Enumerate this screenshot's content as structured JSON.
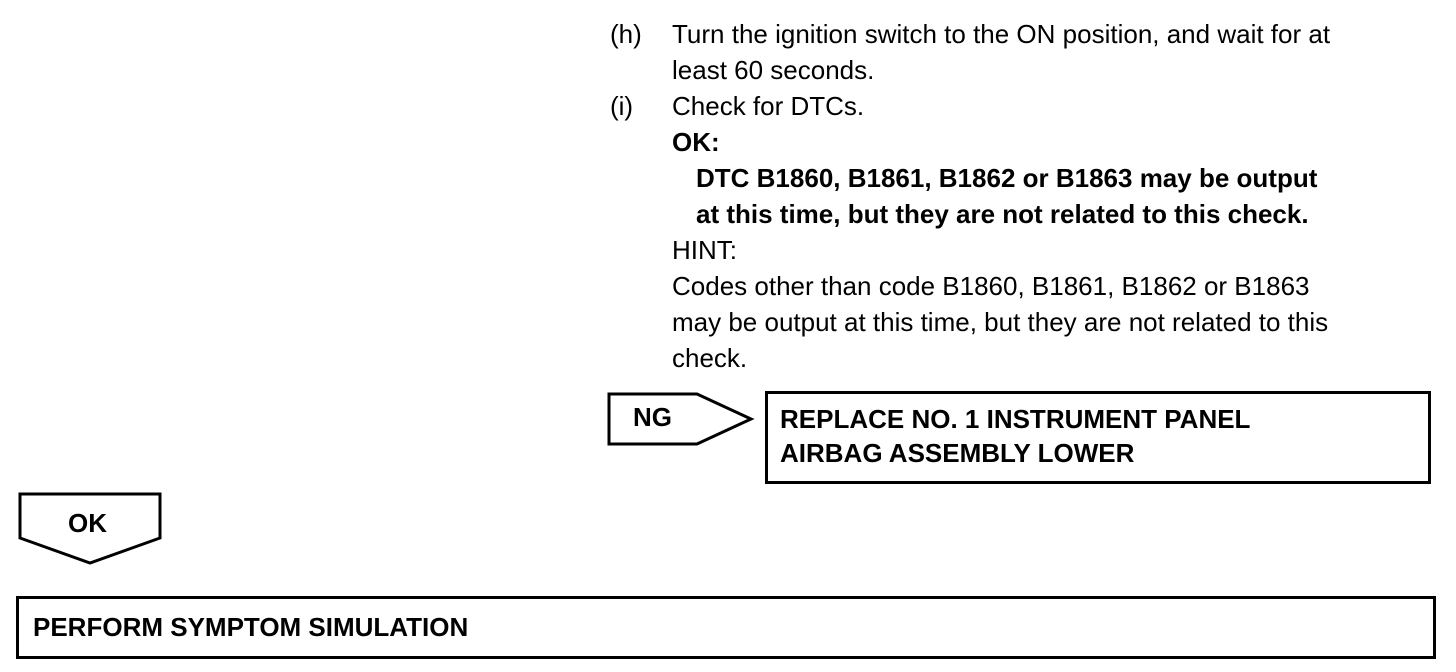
{
  "steps": [
    {
      "marker": "(h)",
      "lines": [
        "Turn the ignition switch to the ON position, and wait for at",
        "least 60 seconds."
      ]
    },
    {
      "marker": "(i)",
      "title": "Check for DTCs.",
      "ok_label": "OK:",
      "ok_lines": [
        "DTC B1860, B1861, B1862 or B1863 may be output",
        "at this time, but they are not related to this check."
      ],
      "hint_label": "HINT:",
      "hint_lines": [
        "Codes other than code B1860, B1861, B1862 or B1863",
        "may be output at this time, but they are not related to this",
        "check."
      ]
    }
  ],
  "ng_branch": {
    "label": "NG",
    "action_lines": [
      "REPLACE NO. 1 INSTRUMENT PANEL",
      "AIRBAG ASSEMBLY LOWER"
    ]
  },
  "ok_branch": {
    "label": "OK"
  },
  "next_step": {
    "label": "PERFORM SYMPTOM SIMULATION"
  }
}
